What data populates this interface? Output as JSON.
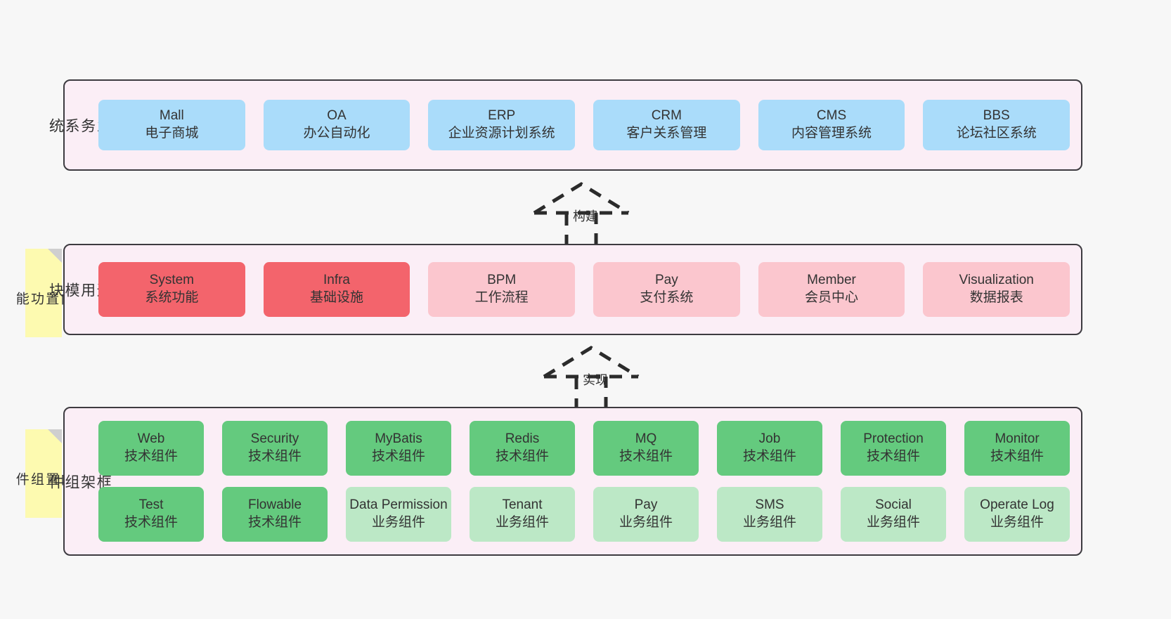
{
  "layers": [
    {
      "id": "business",
      "title": "业\n务\n系\n统",
      "rows": [
        [
          {
            "en": "Mall",
            "cn": "电子商城",
            "color": "c-blue"
          },
          {
            "en": "OA",
            "cn": "办公自动化",
            "color": "c-blue"
          },
          {
            "en": "ERP",
            "cn": "企业资源计划系统",
            "color": "c-blue"
          },
          {
            "en": "CRM",
            "cn": "客户关系管理",
            "color": "c-blue"
          },
          {
            "en": "CMS",
            "cn": "内容管理系统",
            "color": "c-blue"
          },
          {
            "en": "BBS",
            "cn": "论坛社区系统",
            "color": "c-blue"
          }
        ]
      ]
    },
    {
      "id": "common",
      "title": "通\n用\n模\n块",
      "rows": [
        [
          {
            "en": "System",
            "cn": "系统功能",
            "color": "c-red"
          },
          {
            "en": "Infra",
            "cn": "基础设施",
            "color": "c-red"
          },
          {
            "en": "BPM",
            "cn": "工作流程",
            "color": "c-pink"
          },
          {
            "en": "Pay",
            "cn": "支付系统",
            "color": "c-pink"
          },
          {
            "en": "Member",
            "cn": "会员中心",
            "color": "c-pink"
          },
          {
            "en": "Visualization",
            "cn": "数据报表",
            "color": "c-pink"
          }
        ]
      ]
    },
    {
      "id": "framework",
      "title": "框\n架\n组\n件",
      "rows": [
        [
          {
            "en": "Web",
            "cn": "技术组件",
            "color": "c-green"
          },
          {
            "en": "Security",
            "cn": "技术组件",
            "color": "c-green"
          },
          {
            "en": "MyBatis",
            "cn": "技术组件",
            "color": "c-green"
          },
          {
            "en": "Redis",
            "cn": "技术组件",
            "color": "c-green"
          },
          {
            "en": "MQ",
            "cn": "技术组件",
            "color": "c-green"
          },
          {
            "en": "Job",
            "cn": "技术组件",
            "color": "c-green"
          },
          {
            "en": "Protection",
            "cn": "技术组件",
            "color": "c-green"
          },
          {
            "en": "Monitor",
            "cn": "技术组件",
            "color": "c-green"
          }
        ],
        [
          {
            "en": "Test",
            "cn": "技术组件",
            "color": "c-green"
          },
          {
            "en": "Flowable",
            "cn": "技术组件",
            "color": "c-green"
          },
          {
            "en": "Data Permission",
            "cn": "业务组件",
            "color": "c-lightgreen"
          },
          {
            "en": "Tenant",
            "cn": "业务组件",
            "color": "c-lightgreen"
          },
          {
            "en": "Pay",
            "cn": "业务组件",
            "color": "c-lightgreen"
          },
          {
            "en": "SMS",
            "cn": "业务组件",
            "color": "c-lightgreen"
          },
          {
            "en": "Social",
            "cn": "业务组件",
            "color": "c-lightgreen"
          },
          {
            "en": "Operate Log",
            "cn": "业务组件",
            "color": "c-lightgreen"
          }
        ]
      ]
    }
  ],
  "notes": [
    {
      "id": "common",
      "text": "内\n置\n功\n能"
    },
    {
      "id": "framework",
      "text": "内\n置\n组\n件"
    }
  ],
  "arrows": [
    {
      "id": "build",
      "label": "构建"
    },
    {
      "id": "realize",
      "label": "实现"
    }
  ],
  "colors": {
    "canvas_background": "#f7f7f7",
    "layer_background": "#fbeef6",
    "layer_border": "#3d3b40",
    "business_node": "#aadcfa",
    "common_core_node": "#f3646c",
    "common_node": "#fbc6ce",
    "tech_component_node": "#64ca7e",
    "business_component_node": "#bce8c6",
    "note_background": "#fdfab0",
    "note_fold": "#cfcfcf",
    "text": "#333333"
  }
}
